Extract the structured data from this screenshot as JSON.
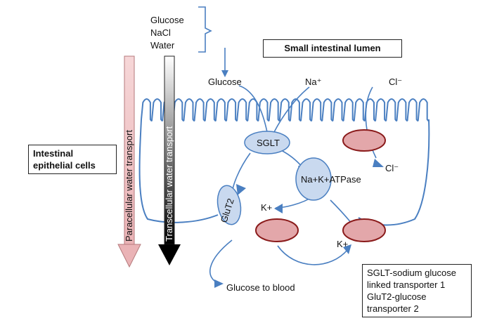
{
  "inputs": [
    "Glucose",
    "NaCl",
    "Water"
  ],
  "lumen_label": "Small intestinal lumen",
  "cells_label_line1": "Intestinal",
  "cells_label_line2": "epithelial cells",
  "substances": {
    "glucose": "Glucose",
    "sodium": "Na⁺",
    "chloride_top": "Cl⁻",
    "chloride_out": "Cl⁻"
  },
  "transporters": {
    "sglt": "SGLT",
    "glut2": "GluT2",
    "atpase": "Na+K+ATPase"
  },
  "potassium_left": "K+",
  "potassium_bottom": "K+",
  "glucose_to_blood": "Glucose to blood",
  "transport_arrows": {
    "paracellular": "Paracellular water transport",
    "transcellular": "Transcellular water transport"
  },
  "legend": [
    "SGLT-sodium glucose",
    "linked transporter 1",
    "GluT2-glucose",
    "transporter 2"
  ],
  "colors": {
    "membrane": "#4a7fc1",
    "channel_fill": "#c9d9ef",
    "red_fill": "#e3a7aa",
    "red_stroke": "#8a1b1b",
    "paracellular_arrow": "#f0c2c4"
  }
}
